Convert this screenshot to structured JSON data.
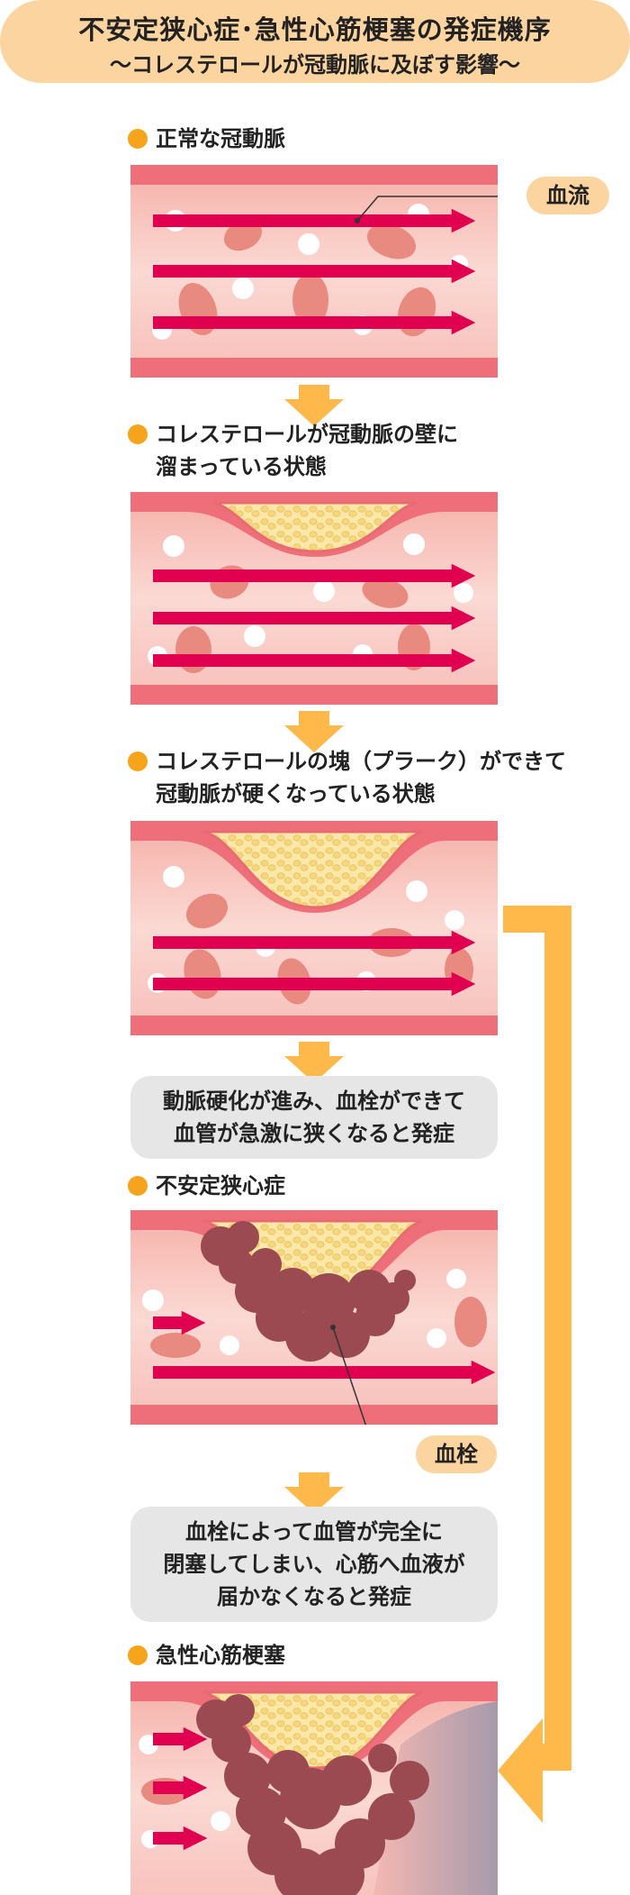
{
  "title": {
    "line1": "不安定狭心症･急性心筋梗塞の発症機序",
    "line2": "～コレステロールが冠動脈に及ぼす影響～"
  },
  "stages": [
    {
      "heading": "正常な冠動脈"
    },
    {
      "heading_line1": "コレステロールが冠動脈の壁に",
      "heading_line2": "溜まっている状態"
    },
    {
      "heading_line1": "コレステロールの塊（プラーク）ができて",
      "heading_line2": "冠動脈が硬くなっている状態"
    },
    {
      "heading": "不安定狭心症"
    },
    {
      "heading": "急性心筋梗塞"
    }
  ],
  "labels": {
    "blood_flow": "血流",
    "thrombus": "血栓"
  },
  "notes": {
    "note1_line1": "動脈硬化が進み、血栓ができて",
    "note1_line2": "血管が急激に狭くなると発症",
    "note2_line1": "血栓によって血管が完全に",
    "note2_line2": "閉塞してしまい、心筋へ血液が",
    "note2_line3": "届かなくなると発症"
  },
  "colors": {
    "accent_orange": "#f7a41d",
    "callout_bg": "#fcd4a0",
    "arrow_magenta": "#e0004f",
    "vessel_wall": "#ee6f7a",
    "vessel_inner": "#f8c5c0",
    "plaque_yellow": "#fbe7a7",
    "thrombus": "#9a4a50",
    "connector_orange": "#ffb84a"
  }
}
